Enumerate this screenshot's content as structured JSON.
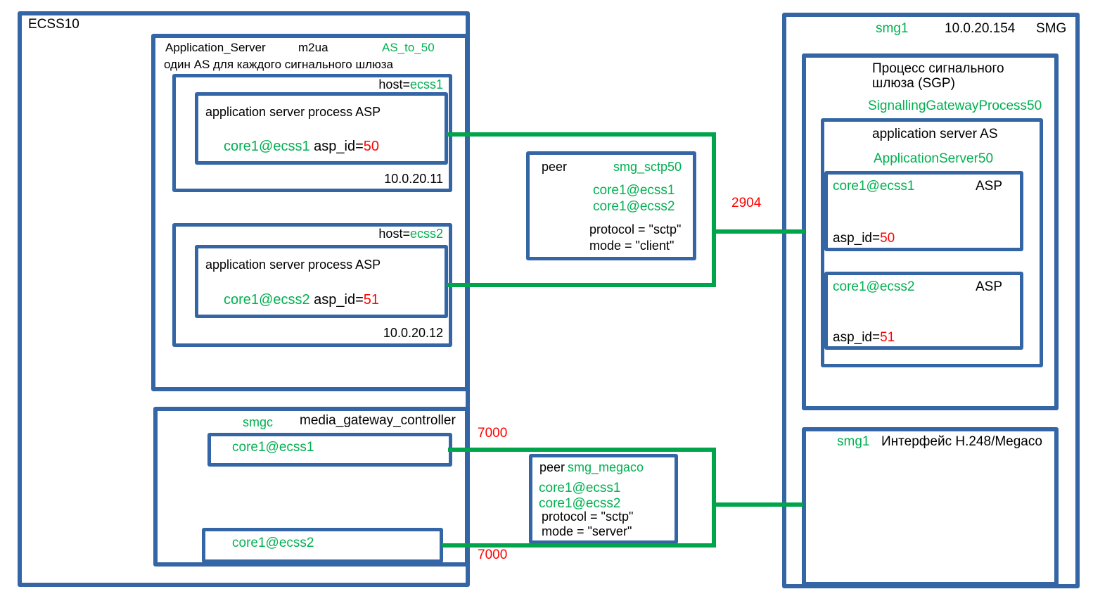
{
  "colors": {
    "border_blue": "#3465a4",
    "text_green": "#00b050",
    "line_green": "#00a44a",
    "accent_red": "#ff0000"
  },
  "ecss10": {
    "title": "ECSS10",
    "app_server": {
      "label": "Application_Server",
      "protocol": "m2ua",
      "name": "AS_to_50",
      "note": "один AS для каждого сигнального шлюза",
      "hosts": [
        {
          "host_label": "host=",
          "host_value": "ecss1",
          "asp_title": "application server process ASP",
          "core": "core1@ecss1",
          "asp_id_label": " asp_id=",
          "asp_id_value": "50",
          "ip": "10.0.20.11"
        },
        {
          "host_label": "host=",
          "host_value": "ecss2",
          "asp_title": "application server process ASP",
          "core": "core1@ecss2",
          "asp_id_label": " asp_id=",
          "asp_id_value": "51",
          "ip": "10.0.20.12"
        }
      ]
    },
    "mgc": {
      "name": "smgc",
      "label": "media_gateway_controller",
      "cores": [
        "core1@ecss1",
        "core1@ecss2"
      ]
    }
  },
  "links": {
    "sctp_port": "2904",
    "megaco_port_top": "7000",
    "megaco_port_bottom": "7000"
  },
  "peer_sctp": {
    "label": "peer",
    "name": "smg_sctp50",
    "cores": [
      "core1@ecss1",
      "core1@ecss2"
    ],
    "protocol": "protocol = \"sctp\"",
    "mode": "mode = \"client\""
  },
  "peer_megaco": {
    "label": "peer",
    "name": "smg_megaco",
    "cores": [
      "core1@ecss1",
      "core1@ecss2"
    ],
    "protocol": "protocol = \"sctp\"",
    "mode": "mode = \"server\""
  },
  "smg": {
    "name": "smg1",
    "ip": "10.0.20.154",
    "label": "SMG",
    "sgp": {
      "title_line1": "Процесс сигнального",
      "title_line2": "шлюза (SGP)",
      "name": "SignallingGatewayProcess50",
      "as": {
        "title": "application server AS",
        "name": "ApplicationServer50",
        "asps": [
          {
            "core": "core1@ecss1",
            "label": "ASP",
            "asp_id_label": "asp_id=",
            "asp_id_value": "50"
          },
          {
            "core": "core1@ecss2",
            "label": "ASP",
            "asp_id_label": "asp_id=",
            "asp_id_value": "51"
          }
        ]
      }
    },
    "megaco_interface": {
      "name": "smg1",
      "label": "Интерфейс H.248/Megaco"
    }
  }
}
